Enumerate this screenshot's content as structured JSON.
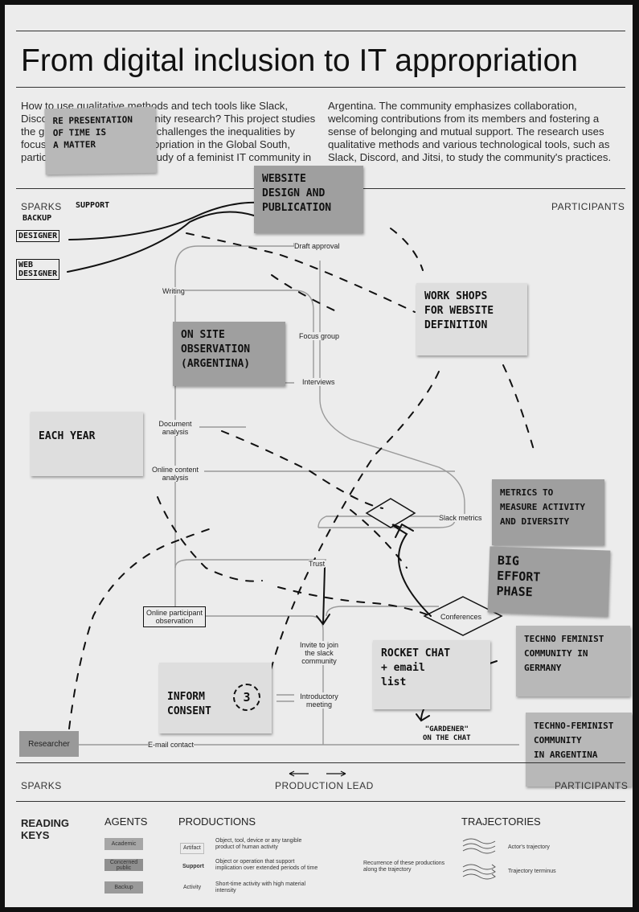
{
  "title": "From digital inclusion to IT appropriation",
  "intro": {
    "col1": "How to use qualitative methods and tech tools like Slack, Discord, and Jitsi for community research? This project studies the gender digital divide and challenges the inequalities by focusing on technology appropriation in the Global South, particularly through a case study of a feminist IT community in",
    "col2": "Argentina. The community emphasizes collaboration, welcoming contributions from its members and fostering a sense of belonging and mutual support. The research uses qualitative methods and various technological tools, such as Slack, Discord, and Jitsi, to study the community's practices."
  },
  "corners": {
    "top_left": "SPARKS",
    "top_right": "PARTICIPANTS",
    "bottom_left": "SPARKS",
    "bottom_right": "PARTICIPANTS",
    "production_lead": "PRODUCTION LEAD"
  },
  "labels": {
    "draft_approval": "Draft approval",
    "writing": "Writing",
    "focus_group": "Focus group",
    "interviews": "Interviews",
    "document_analysis": "Document\nanalysis",
    "online_content_analysis": "Online content\nanalysis",
    "slack_metrics": "Slack metrics",
    "trust": "Trust",
    "online_participant_observation": "Online participant\nobservation",
    "conferences": "Conferences",
    "invite_slack": "Invite to join\nthe slack\ncommunity",
    "introductory_meeting": "Introductory\nmeeting",
    "email_contact": "E-mail contact",
    "researcher": "Researcher"
  },
  "notes": {
    "representation": "RE PRESENTATION\nOF TIME IS\nA MATTER",
    "website": "WEBSITE\nDESIGN AND\nPUBLICATION",
    "workshops": "WORK SHOPS\nFOR WEBSITE\nDEFINITION",
    "on_site": "ON SITE\nOBSERVATION\n(ARGENTINA)",
    "each_year": "EACH YEAR",
    "metrics": "METRICS TO\nMEASURE ACTIVITY\nAND DIVERSITY",
    "big_effort": "BIG\nEFFORT\nPHASE",
    "techno_germany": "TECHNO FEMINIST\nCOMMUNITY IN\nGERMANY",
    "rocket_chat": "ROCKET CHAT\n+ email\nlist",
    "inform": "INFORM\nCONSENT",
    "inform_num": "3",
    "techno_argentina": "TECHNO-FEMINIST\nCOMMUNITY\nIN ARGENTINA"
  },
  "handwriting": {
    "support": "SUPPORT",
    "backup": "BACKUP",
    "designer": "DESIGNER",
    "web_designer": "WEB\nDESIGNER",
    "gardener": "\"GARDENER\"\nON THE CHAT"
  },
  "key": {
    "reading_keys": "READING\nKEYS",
    "agents": "AGENTS",
    "productions": "PRODUCTIONS",
    "trajectories": "TRAJECTORIES",
    "academic": "Academic",
    "concerned_public": "Concerned\npublic",
    "backup": "Backup",
    "artifact": "Artifact",
    "artifact_desc": "Object, tool, device or any tangible\nproduct of human activity",
    "support": "Support",
    "support_desc": "Object or operation that support\nimplication over extended periods of time",
    "activity": "Activity",
    "activity_desc": "Short-time activity with high material\nintensity",
    "recurrence": "Recurrence of these productions\nalong the trajectory",
    "actors_trajectory": "Actor's trajectory",
    "trajectory_terminus": "Trajectory terminus"
  }
}
